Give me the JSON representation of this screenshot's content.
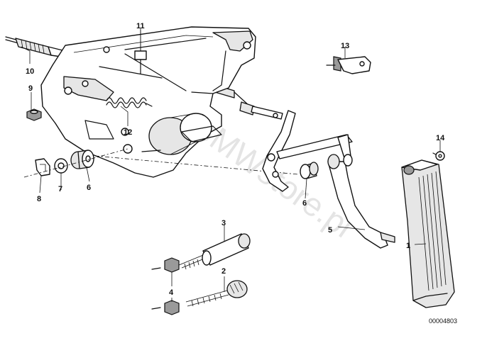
{
  "watermark": "www.BMWstore.pl",
  "reference_number": "00004803",
  "callouts": {
    "c1": "1",
    "c2": "2",
    "c3": "3",
    "c4": "4",
    "c5": "5",
    "c6a": "6",
    "c6b": "6",
    "c7": "7",
    "c8": "8",
    "c9": "9",
    "c10": "10",
    "c11": "11",
    "c12": "12",
    "c13": "13",
    "c14": "14"
  }
}
